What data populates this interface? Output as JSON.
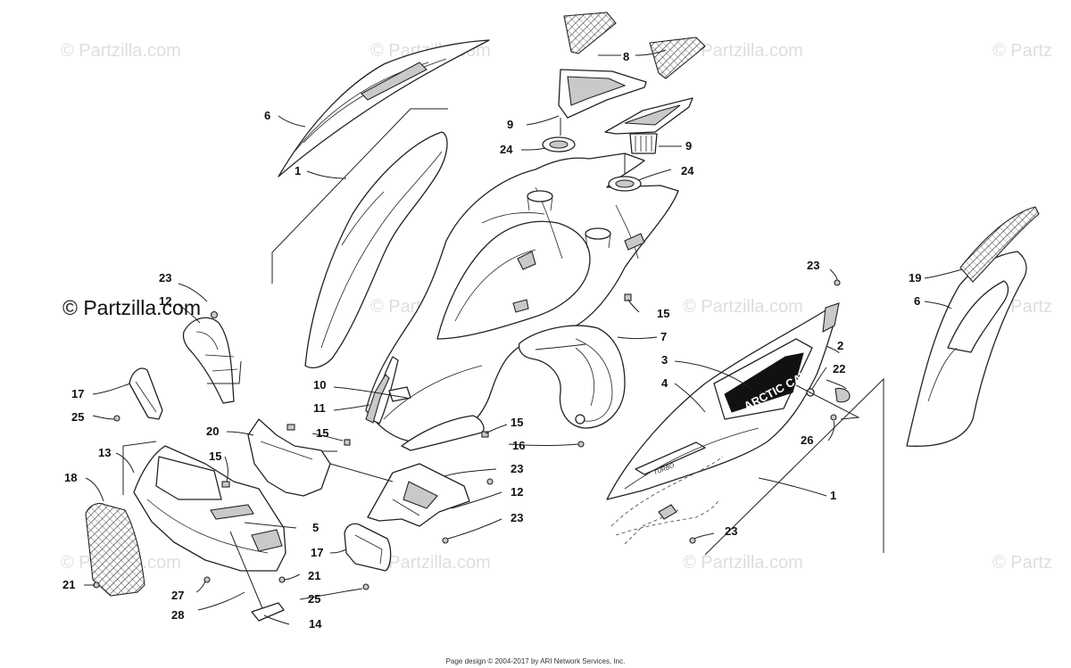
{
  "watermarks": {
    "text": "© Partzilla.com",
    "text_cut_right": "© Partz",
    "main": "© Partzilla.com"
  },
  "diagram": {
    "callouts": {
      "c1a": "1",
      "c1b": "1",
      "c2": "2",
      "c3": "3",
      "c4": "4",
      "c5": "5",
      "c6a": "6",
      "c6b": "6",
      "c7": "7",
      "c8": "8",
      "c9a": "9",
      "c9b": "9",
      "c10": "10",
      "c11": "11",
      "c12a": "12",
      "c12b": "12",
      "c13": "13",
      "c14": "14",
      "c15a": "15",
      "c15b": "15",
      "c15c": "15",
      "c15d": "15",
      "c16": "16",
      "c17a": "17",
      "c17b": "17",
      "c18": "18",
      "c19": "19",
      "c20": "20",
      "c21a": "21",
      "c21b": "21",
      "c22": "22",
      "c23a": "23",
      "c23b": "23",
      "c23c": "23",
      "c23d": "23",
      "c23e": "23",
      "c24a": "24",
      "c24b": "24",
      "c25a": "25",
      "c25b": "25",
      "c26": "26",
      "c27": "27",
      "c28": "28"
    },
    "decal_brand": "ARCTIC CAT",
    "decal_model": "TURBO"
  },
  "footer": {
    "text": "Page design © 2004-2017 by ARI Network Services, Inc."
  }
}
